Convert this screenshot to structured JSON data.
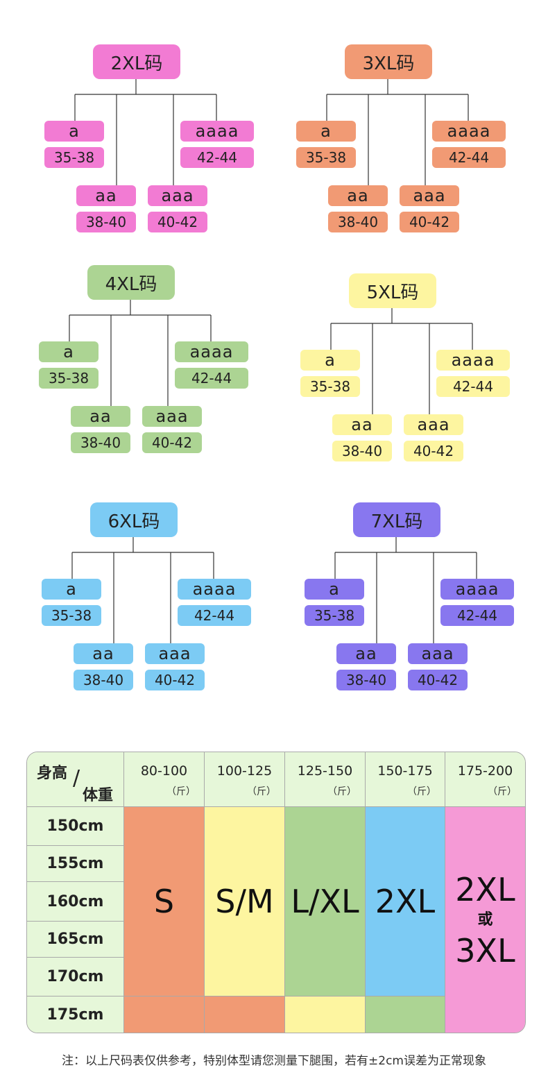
{
  "trees": [
    {
      "title": "2XL码",
      "color": "#f27bd3",
      "nodes": [
        {
          "name": "a",
          "range": "35-38"
        },
        {
          "name": "aa",
          "range": "38-40"
        },
        {
          "name": "aaa",
          "range": "40-42"
        },
        {
          "name": "aaaa",
          "range": "42-44"
        }
      ]
    },
    {
      "title": "3XL码",
      "color": "#f19a74",
      "nodes": [
        {
          "name": "a",
          "range": "35-38"
        },
        {
          "name": "aa",
          "range": "38-40"
        },
        {
          "name": "aaa",
          "range": "40-42"
        },
        {
          "name": "aaaa",
          "range": "42-44"
        }
      ]
    },
    {
      "title": "4XL码",
      "color": "#acd493",
      "nodes": [
        {
          "name": "a",
          "range": "35-38"
        },
        {
          "name": "aa",
          "range": "38-40"
        },
        {
          "name": "aaa",
          "range": "40-42"
        },
        {
          "name": "aaaa",
          "range": "42-44"
        }
      ]
    },
    {
      "title": "5XL码",
      "color": "#fdf5a0",
      "nodes": [
        {
          "name": "a",
          "range": "35-38"
        },
        {
          "name": "aa",
          "range": "38-40"
        },
        {
          "name": "aaa",
          "range": "40-42"
        },
        {
          "name": "aaaa",
          "range": "42-44"
        }
      ]
    },
    {
      "title": "6XL码",
      "color": "#7ccbf4",
      "nodes": [
        {
          "name": "a",
          "range": "35-38"
        },
        {
          "name": "aa",
          "range": "38-40"
        },
        {
          "name": "aaa",
          "range": "40-42"
        },
        {
          "name": "aaaa",
          "range": "42-44"
        }
      ]
    },
    {
      "title": "7XL码",
      "color": "#8877ef",
      "nodes": [
        {
          "name": "a",
          "range": "35-38"
        },
        {
          "name": "aa",
          "range": "38-40"
        },
        {
          "name": "aaa",
          "range": "40-42"
        },
        {
          "name": "aaaa",
          "range": "42-44"
        }
      ]
    }
  ],
  "table": {
    "corner": {
      "height": "身高",
      "slash": "/",
      "weight": "体重"
    },
    "weights": [
      "80-100",
      "100-125",
      "125-150",
      "150-175",
      "175-200"
    ],
    "weight_unit": "（斤）",
    "heights": [
      "150cm",
      "155cm",
      "160cm",
      "165cm",
      "170cm",
      "175cm"
    ],
    "sizes": {
      "s": "S",
      "sm": "S/M",
      "lxl": "L/XL",
      "xxl": "2XL",
      "big_top": "2XL",
      "big_or": "或",
      "big_bottom": "3XL"
    },
    "colors": {
      "orange": "#f19a74",
      "yellow": "#fdf5a0",
      "green": "#acd493",
      "blue": "#7ccbf4",
      "pink": "#f59ad6"
    }
  },
  "footnote": "注：以上尺码表仅供参考，特别体型请您测量下腿围，若有±2cm误差为正常现象"
}
